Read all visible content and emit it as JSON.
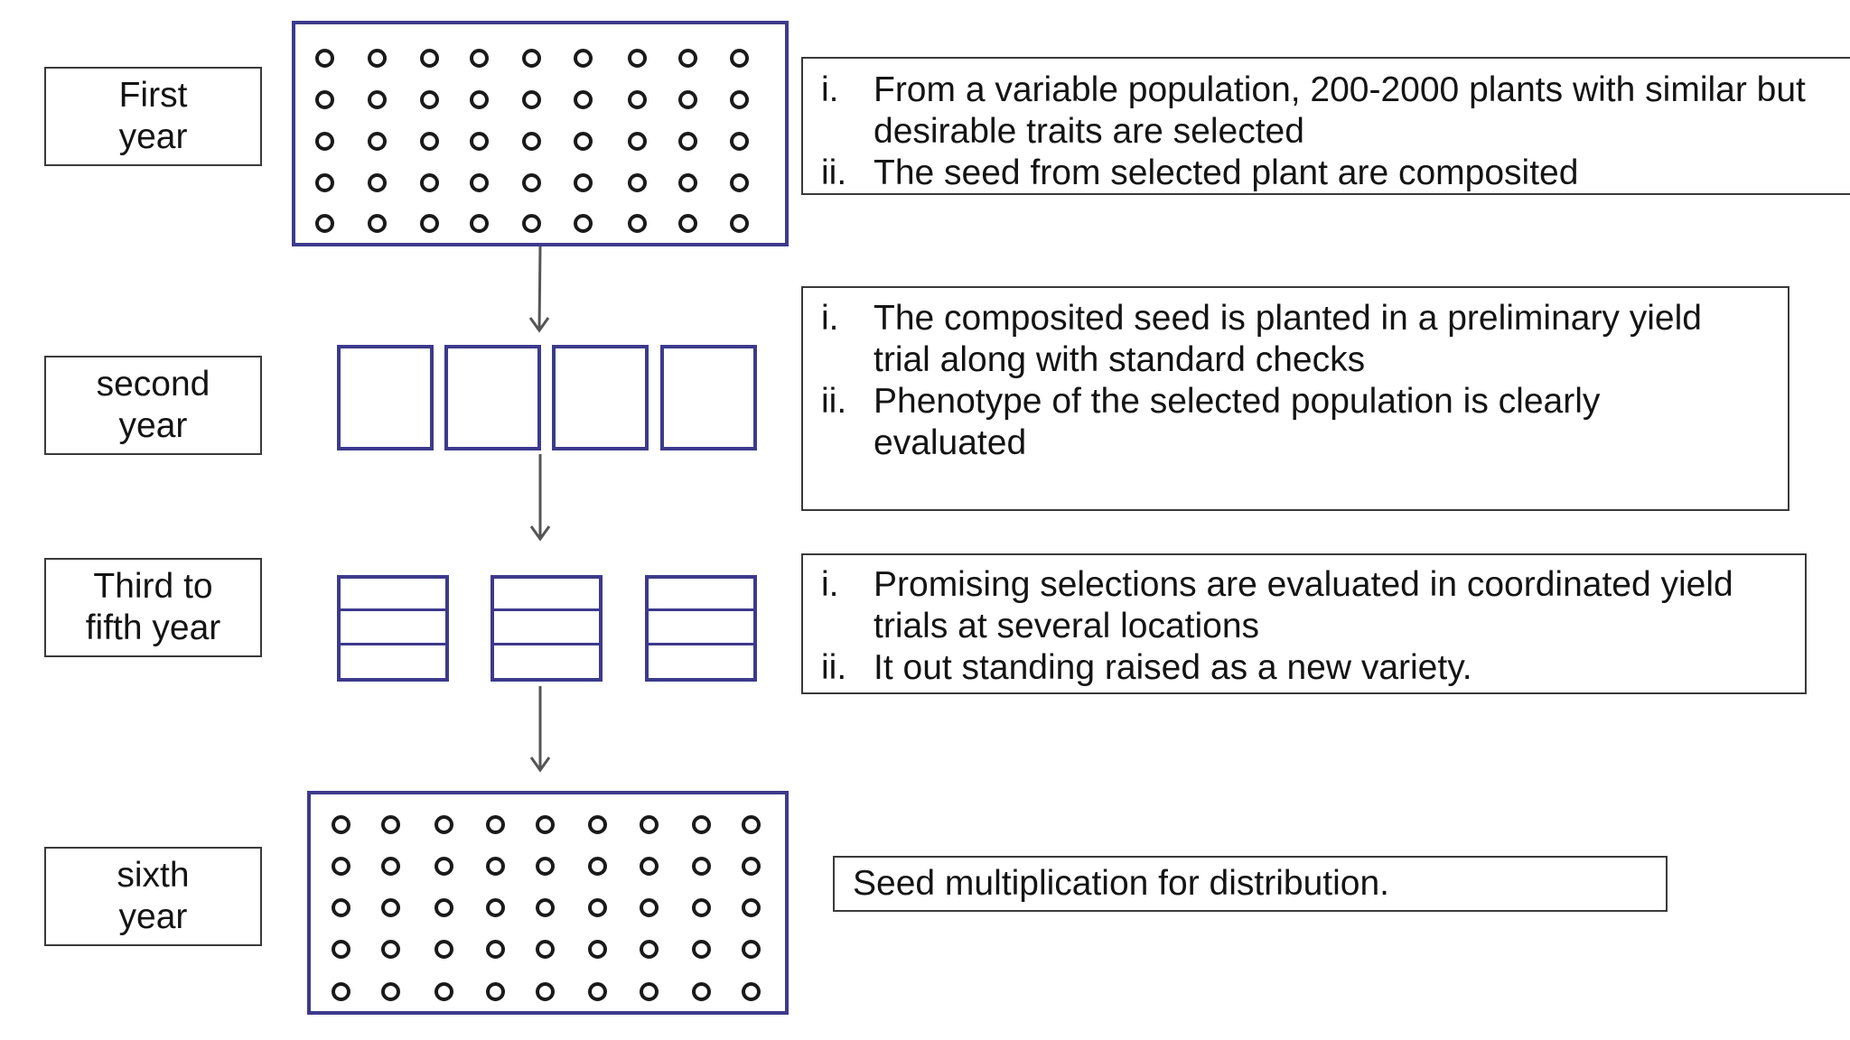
{
  "colors": {
    "plot_border": "#3d3a8c",
    "label_border": "#3a3a3a",
    "text": "#141414",
    "background": "#ffffff"
  },
  "stages": [
    {
      "label_line1": "First",
      "label_line2": "year",
      "items": [
        {
          "num": "i.",
          "text": "From a variable population, 200-2000 plants with similar but desirable traits are selected"
        },
        {
          "num": "ii.",
          "text": "The seed from selected plant are composited"
        }
      ]
    },
    {
      "label_line1": "second",
      "label_line2": "year",
      "items": [
        {
          "num": "i.",
          "text": "The composited seed is planted in a preliminary yield trial along with standard checks"
        },
        {
          "num": "ii.",
          "text": "Phenotype of the selected population is clearly evaluated"
        }
      ]
    },
    {
      "label_line1": "Third to",
      "label_line2": "fifth year",
      "items": [
        {
          "num": "i.",
          "text": "Promising selections are evaluated in coordinated yield trials at several locations"
        },
        {
          "num": "ii.",
          "text": "It out standing raised as a new variety."
        }
      ]
    },
    {
      "label_line1": "sixth",
      "label_line2": "year",
      "text": "Seed multiplication for distribution."
    }
  ]
}
